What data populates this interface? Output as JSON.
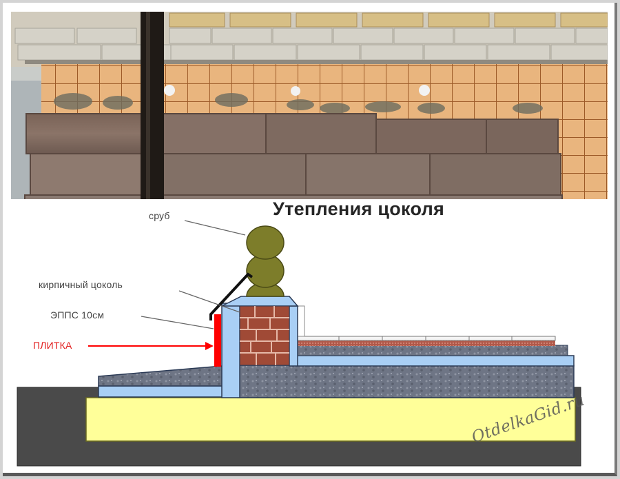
{
  "title": "Утепления цоколя",
  "photo": {
    "description": "Photo of a building plinth with stone blocks, reinforcement mesh and a black drainpipe"
  },
  "labels": {
    "log_house": "сруб",
    "brick_plinth": "кирпичный цоколь",
    "xps": "ЭППС 10см",
    "tile": "ПЛИТКА"
  },
  "watermark": "OtdelkaGid.ru",
  "colors": {
    "log": "#7d7d2a",
    "xps_insulation": "#a9cff5",
    "brick": "#a04a36",
    "concrete": "#6e7585",
    "sand": "#ffff99",
    "ground": "#4a4a4a",
    "tile_red": "#ff0000",
    "floor_layer": "#b55b4b"
  }
}
